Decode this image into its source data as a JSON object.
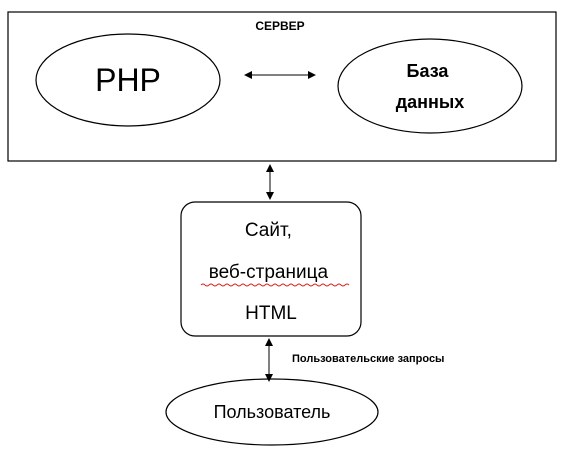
{
  "server": {
    "title": "СЕРВЕР"
  },
  "nodes": {
    "php": "PHP",
    "database": [
      "База",
      "данных"
    ],
    "site": [
      "Сайт,",
      "веб-страница",
      "HTML"
    ],
    "user": "Пользователь"
  },
  "edges": {
    "site_user_label": "Пользовательские запросы"
  },
  "colors": {
    "stroke": "#000000",
    "background": "#ffffff",
    "spellcheck_underline": "#d62020"
  }
}
